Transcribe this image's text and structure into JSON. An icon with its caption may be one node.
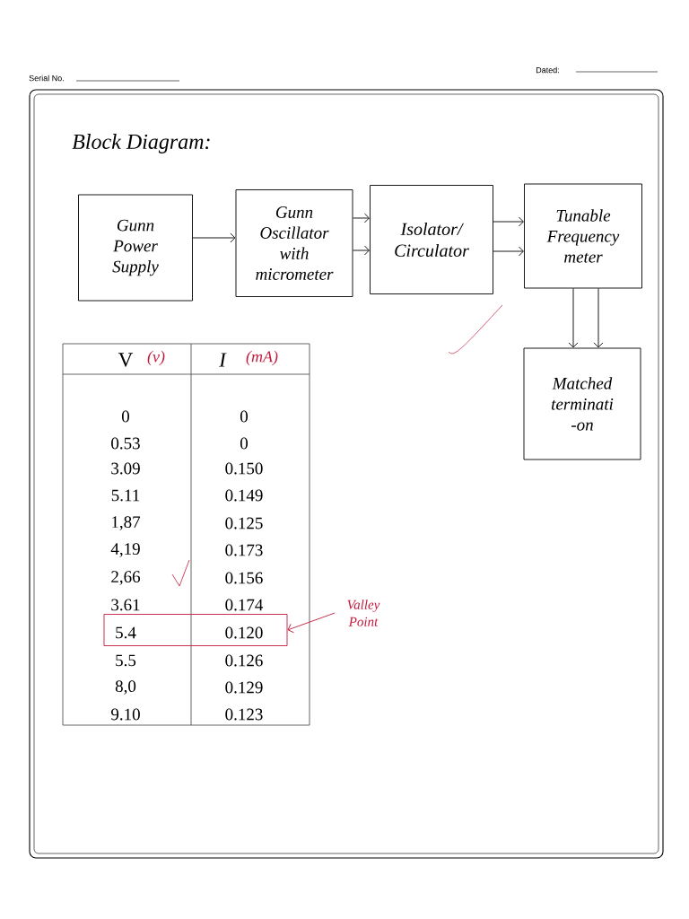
{
  "diagram": {
    "title": "Block Diagram:",
    "nodes": [
      {
        "text": [
          "Gunn Power Supply"
        ]
      },
      {
        "text": [
          "Gunn Oscillator with micrometer"
        ]
      },
      {
        "text": [
          "Isolator/ Circulator"
        ]
      },
      {
        "text": [
          "Tunable Frequency meter"
        ]
      },
      {
        "text": [
          "Matched terminati -on"
        ]
      },
      {
        "text": [
          "Valley Point"
        ]
      },
      {
        "text": [],
        "shape": "box"
      }
    ],
    "edges": [
      {
        "from": 0,
        "to": 1,
        "arrow": "to"
      },
      {
        "from": 1,
        "to": 2,
        "arrow": "to"
      },
      {
        "from": 1,
        "to": 2,
        "arrow": "to"
      },
      {
        "from": 2,
        "to": 3,
        "arrow": "to"
      },
      {
        "from": 2,
        "to": 3,
        "arrow": "to"
      },
      {
        "from": 3,
        "to": 4,
        "arrow": "to"
      },
      {
        "from": 3,
        "to": 4,
        "arrow": "to"
      },
      {
        "from": 5,
        "to": 6,
        "arrow": "to",
        "color": "#c21a3c"
      }
    ],
    "labels": [
      "Serial No.",
      "Dated:",
      "V",
      "(v)",
      "I",
      "(mA)",
      "0",
      "0",
      "0.53",
      "0",
      "3.09",
      "0.150",
      "5.11",
      "0.149",
      "1,87",
      "0.125",
      "4,19",
      "0.173",
      "2,66",
      "0.156",
      "3.61",
      "0.174",
      "5.4",
      "0.120",
      "5.5",
      "0.126",
      "8,0",
      "0.129",
      "9.10",
      "0.123"
    ]
  }
}
